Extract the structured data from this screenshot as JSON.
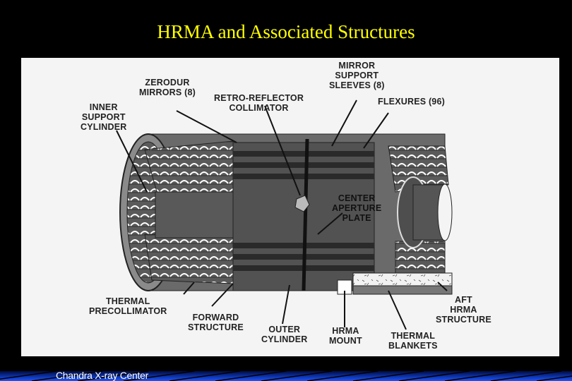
{
  "slide": {
    "title": "HRMA and Associated Structures",
    "footer": "Chandra X-ray Center",
    "title_color": "#ffff00",
    "footer_stripe_color": "#1a55ff"
  },
  "diagram": {
    "labels": {
      "zerodur": "ZERODUR\nMIRRORS (8)",
      "inner_support": "INNER\nSUPPORT\nCYLINDER",
      "retro": "RETRO-REFLECTOR\nCOLLIMATOR",
      "mirror_sleeves": "MIRROR\nSUPPORT\nSLEEVES (8)",
      "flexures": "FLEXURES (96)",
      "center_aperture": "CENTER\nAPERTURE\nPLATE",
      "thermal_precollimator": "THERMAL\nPRECOLLIMATOR",
      "forward_structure": "FORWARD\nSTRUCTURE",
      "outer_cylinder": "OUTER\nCYLINDER",
      "hrma_mount": "HRMA\nMOUNT",
      "thermal_blankets": "THERMAL\nBLANKETS",
      "aft_hrma": "AFT\nHRMA\nSTRUCTURE"
    }
  }
}
